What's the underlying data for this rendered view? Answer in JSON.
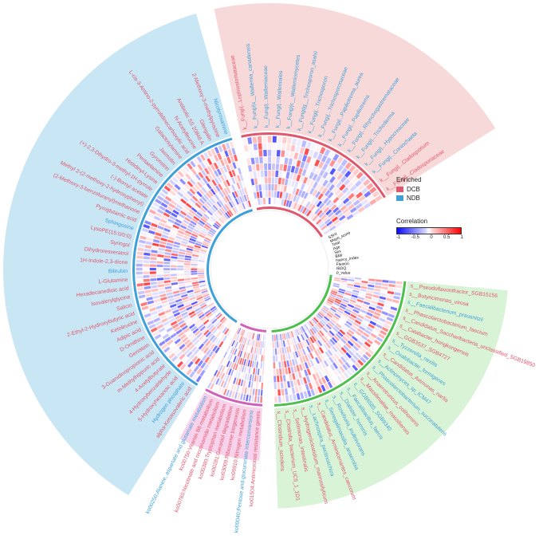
{
  "chart_data": {
    "type": "heatmap",
    "title": "",
    "legend": {
      "enriched": {
        "title": "Enriched",
        "items": [
          {
            "label": "DCB",
            "color": "#e0566c"
          },
          {
            "label": "NDB",
            "color": "#3fa0d8"
          }
        ]
      },
      "correlation": {
        "title": "Correlation",
        "ticks": [
          "-1",
          "-0.5",
          "0",
          "0.5",
          "1"
        ],
        "colors": [
          "#0000ff",
          "#ffffff",
          "#ff0000"
        ]
      }
    },
    "sectors": [
      {
        "id": "fungi",
        "bg": "#f8d9d9",
        "border": "#e0566c",
        "labels": [
          {
            "text": "k__Fungi|...Lophiostomataceae",
            "group": "DCB"
          },
          {
            "text": "k__Fungi|s__Wallemia_canadensis",
            "group": "NDB"
          },
          {
            "text": "k__Fungi|...Wallemiaceae",
            "group": "NDB"
          },
          {
            "text": "k__Fungi|...Wallemiales",
            "group": "NDB"
          },
          {
            "text": "k__Fungi|c__Wallemiomycetes",
            "group": "NDB"
          },
          {
            "text": "k__Fungi|g__Trichosporon_asahii",
            "group": "NDB"
          },
          {
            "text": "k__Fungi|...Trichosporon",
            "group": "NDB"
          },
          {
            "text": "k__Fungi|...Trichosporonaceae",
            "group": "NDB"
          },
          {
            "text": "k__Fungi|...Papiliotrema_aurea",
            "group": "NDB"
          },
          {
            "text": "k__Fungi|...Papiliotrema",
            "group": "NDB"
          },
          {
            "text": "k__Fungi|...Rhynchogastremataceae",
            "group": "NDB"
          },
          {
            "text": "k__Fungi|...Trichoderma",
            "group": "NDB"
          },
          {
            "text": "k__Fungi|...Hypocreaceae",
            "group": "NDB"
          },
          {
            "text": "k__Fungi|...Coniochaeta",
            "group": "NDB"
          },
          {
            "text": "k__Fungi|...Cladosporium",
            "group": "DCB"
          },
          {
            "text": "k__Fungi|...Cladosporiaceae",
            "group": "DCB"
          }
        ]
      },
      {
        "id": "bacteria",
        "bg": "#d9f3d6",
        "border": "#4dbf4d",
        "labels": [
          {
            "text": "s__Pseudoflavonifractor_SGB15156",
            "group": "DCB"
          },
          {
            "text": "s__Butyricimonas_virosa",
            "group": "DCB"
          },
          {
            "text": "s__Faecalibacterium_prausnitzii",
            "group": "NDB"
          },
          {
            "text": "s__Phascolarctobacterium_faecium",
            "group": "DCB"
          },
          {
            "text": "s__Candidatus_Saccharibacteria_unclassified_SGB19850",
            "group": "DCB"
          },
          {
            "text": "s__Catabacter_hongkongensis",
            "group": "DCB"
          },
          {
            "text": "s__GGB3537_SGB4727",
            "group": "DCB"
          },
          {
            "text": "s__Tyzzerella_nexilis",
            "group": "NDB"
          },
          {
            "text": "s__Oxalobacter_formigenes",
            "group": "NDB"
          },
          {
            "text": "s__Candidatus_Avimonas_narfia",
            "group": "DCB"
          },
          {
            "text": "s__Actinomyces_sp_ICM47",
            "group": "NDB"
          },
          {
            "text": "s__Phascolarctobacterium_succinatutens",
            "group": "NDB"
          },
          {
            "text": "s__Anaerotruncus_colihominis",
            "group": "DCB"
          },
          {
            "text": "s__Massilimaliae_massiliensis",
            "group": "DCB"
          },
          {
            "text": "s__GGB6585_SGB9340",
            "group": "NDB"
          },
          {
            "text": "s__Faecalibacillus_faecis",
            "group": "NDB"
          },
          {
            "text": "s__Dialister_hominis",
            "group": "NDB"
          },
          {
            "text": "s__Roseburia_inulinivorans",
            "group": "NDB"
          },
          {
            "text": "s__Senegalimassilia_anaerobia",
            "group": "NDB"
          },
          {
            "text": "s__Candidatus_Arminicenantes_caecorum",
            "group": "DCB"
          },
          {
            "text": "s__Lachnospira_pectinoschiza",
            "group": "NDB"
          },
          {
            "text": "s__Hydrogeniiclostidium_mannosilyticum",
            "group": "DCB"
          },
          {
            "text": "s__Sellimonas_intestinalis",
            "group": "DCB"
          },
          {
            "text": "s__Clostridia_bacterium_UC5_1_1D1",
            "group": "DCB"
          },
          {
            "text": "s__Clostridium_scindens",
            "group": "DCB"
          }
        ]
      },
      {
        "id": "kegg",
        "bg": "#f8d2ea",
        "border": "#d060b8",
        "labels": [
          {
            "text": "ko01504:Antimicrobial resistance genes",
            "group": "DCB"
          },
          {
            "text": "ko00040:Pentose and glucuronate interconversions",
            "group": "NDB"
          },
          {
            "text": "ko00910:Nitrogen metabolism",
            "group": "DCB"
          },
          {
            "text": "ko03009:Ribosome biogenesis",
            "group": "DCB"
          },
          {
            "text": "ko00281:Geraniol degradation",
            "group": "DCB"
          },
          {
            "text": "ko00380:Tryptophan metabolism",
            "group": "DCB"
          },
          {
            "text": "ko00760:Nicotinate and nicotinamide metabolism",
            "group": "DCB"
          },
          {
            "text": "ko00750:Vitamin B6 metabolism",
            "group": "DCB"
          },
          {
            "text": "ko00250:Alanine, aspartate and glutamate metabolism",
            "group": "NDB"
          }
        ]
      },
      {
        "id": "metabolites",
        "bg": "#c9e6f5",
        "border": "#3fa0d8",
        "labels": [
          {
            "text": "alpha-Ketoisovaleric acid",
            "group": "DCB"
          },
          {
            "text": "Hydrogen phosphate",
            "group": "NDB"
          },
          {
            "text": "5-Hydroxyhexanoic acid",
            "group": "DCB"
          },
          {
            "text": "4-Hydroxybenzaldehyde",
            "group": "DCB"
          },
          {
            "text": "4-Acetylbutyrate",
            "group": "DCB"
          },
          {
            "text": "m-Methylhippuric acid",
            "group": "DCB"
          },
          {
            "text": "3-Guanidinopropionic acid",
            "group": "DCB"
          },
          {
            "text": "Genistein",
            "group": "DCB"
          },
          {
            "text": "D-Ornithine",
            "group": "DCB"
          },
          {
            "text": "Adipic acid",
            "group": "DCB"
          },
          {
            "text": "Ketoleucine",
            "group": "DCB"
          },
          {
            "text": "2-Ethyl-2-Hydroxybutyric acid",
            "group": "DCB"
          },
          {
            "text": "Salicin",
            "group": "DCB"
          },
          {
            "text": "Isovalerylglycine",
            "group": "DCB"
          },
          {
            "text": "Hexadecanedioic acid",
            "group": "DCB"
          },
          {
            "text": "L-Glutamine",
            "group": "DCB"
          },
          {
            "text": "Bilirubin",
            "group": "NDB"
          },
          {
            "text": "1H-Indole-2,3-dione",
            "group": "DCB"
          },
          {
            "text": "Dihydroresveratrol",
            "group": "DCB"
          },
          {
            "text": "Syringol",
            "group": "DCB"
          },
          {
            "text": "LysoPE(15:0/0:0)",
            "group": "DCB"
          },
          {
            "text": "Sphingosine",
            "group": "NDB"
          },
          {
            "text": "Pyroglutamic acid",
            "group": "DCB"
          },
          {
            "text": "(2-Methoxy-3-benzofuranyl)methanone",
            "group": "DCB"
          },
          {
            "text": "Methyl 2-(2-methoxy-2-hydroxyphenyl)",
            "group": "DCB"
          },
          {
            "text": "(-)-Bornyl acetate",
            "group": "DCB"
          },
          {
            "text": "(+)-2,3-Dihydro-3-methyl-1H-pyrrole",
            "group": "DCB"
          },
          {
            "text": "Histidinyl-Lysine",
            "group": "DCB"
          },
          {
            "text": "Pentaelamine",
            "group": "DCB"
          },
          {
            "text": "Gyromitrin",
            "group": "DCB"
          },
          {
            "text": "Jasmolin",
            "group": "DCB"
          },
          {
            "text": "Galactosylamine",
            "group": "DCB"
          },
          {
            "text": "L-cis-3-Amino-2-pyrrolidinecarboxylic acid",
            "group": "DCB"
          },
          {
            "text": "N-Acetylleucine",
            "group": "DCB"
          },
          {
            "text": "Antibiotic SS 20846 A",
            "group": "DCB"
          },
          {
            "text": "Glengalin",
            "group": "DCB"
          },
          {
            "text": "2-Methoxy-3-methylpyrazine",
            "group": "DCB"
          },
          {
            "text": "Nicotyrosamine",
            "group": "NDB"
          }
        ]
      }
    ],
    "inner_labels": [
      "SSHI",
      "Mayo_score",
      "Total",
      "Age",
      "Sex",
      "BMI",
      "Nancy_index",
      "Flexion",
      "IBDQ",
      "p_value"
    ]
  }
}
